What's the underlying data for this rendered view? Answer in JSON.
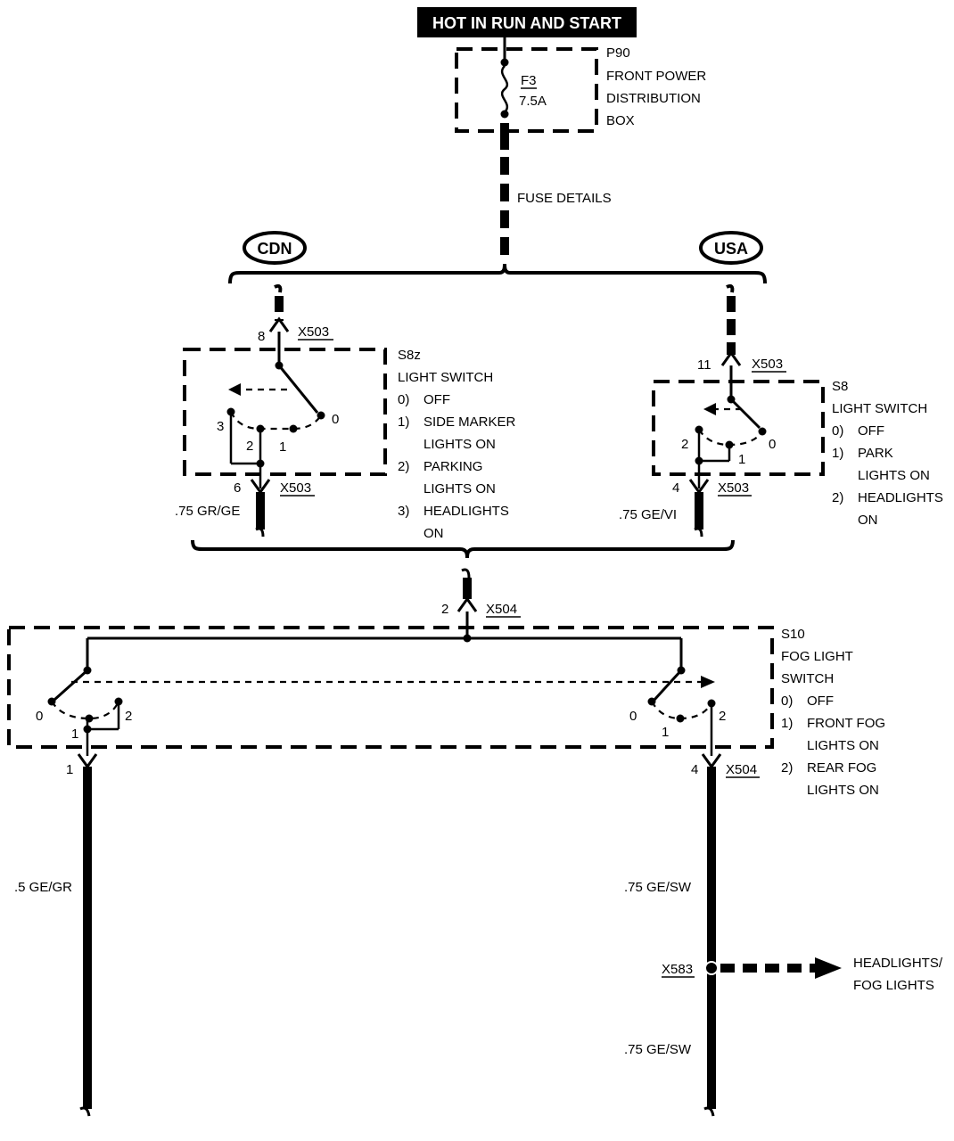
{
  "header": {
    "power_label": "HOT IN RUN AND START"
  },
  "fuse_box": {
    "id": "P90",
    "desc_lines": [
      "FRONT POWER",
      "DISTRIBUTION",
      "BOX"
    ],
    "fuse_id": "F3",
    "fuse_rating": "7.5A",
    "fuse_details": "FUSE DETAILS"
  },
  "variants": {
    "left": "CDN",
    "right": "USA"
  },
  "switch_s8z": {
    "id": "S8z",
    "title": "LIGHT SWITCH",
    "positions": [
      {
        "num": "0)",
        "lines": [
          "OFF"
        ]
      },
      {
        "num": "1)",
        "lines": [
          "SIDE MARKER",
          "LIGHTS ON"
        ]
      },
      {
        "num": "2)",
        "lines": [
          "PARKING",
          "LIGHTS ON"
        ]
      },
      {
        "num": "3)",
        "lines": [
          "HEADLIGHTS",
          "ON"
        ]
      }
    ],
    "top_pin": "8",
    "top_connector": "X503",
    "bottom_pin": "6",
    "bottom_connector": "X503",
    "wire": ".75 GR/GE",
    "contacts": [
      "3",
      "2",
      "1",
      "0"
    ]
  },
  "switch_s8": {
    "id": "S8",
    "title": "LIGHT SWITCH",
    "positions": [
      {
        "num": "0)",
        "lines": [
          "OFF"
        ]
      },
      {
        "num": "1)",
        "lines": [
          "PARK",
          "LIGHTS ON"
        ]
      },
      {
        "num": "2)",
        "lines": [
          "HEADLIGHTS",
          "ON"
        ]
      }
    ],
    "top_pin": "11",
    "top_connector": "X503",
    "bottom_pin": "4",
    "bottom_connector": "X503",
    "wire": ".75 GE/VI",
    "contacts": [
      "2",
      "1",
      "0"
    ]
  },
  "fog_switch": {
    "id": "S10",
    "title_lines": [
      "FOG LIGHT",
      "SWITCH"
    ],
    "positions": [
      {
        "num": "0)",
        "lines": [
          "OFF"
        ]
      },
      {
        "num": "1)",
        "lines": [
          "FRONT FOG",
          "LIGHTS ON"
        ]
      },
      {
        "num": "2)",
        "lines": [
          "REAR FOG",
          "LIGHTS ON"
        ]
      }
    ],
    "in_pin": "2",
    "in_connector": "X504",
    "left_pin": "1",
    "right_pin": "4",
    "right_connector": "X504",
    "left_contacts": [
      "0",
      "1",
      "2"
    ],
    "right_contacts": [
      "0",
      "1",
      "2"
    ]
  },
  "wires": {
    "left_out": ".5 GE/GR",
    "right_out_upper": ".75 GE/SW",
    "right_out_lower": ".75 GE/SW"
  },
  "splice": {
    "id": "X583",
    "dest_lines": [
      "HEADLIGHTS/",
      "FOG LIGHTS"
    ]
  }
}
